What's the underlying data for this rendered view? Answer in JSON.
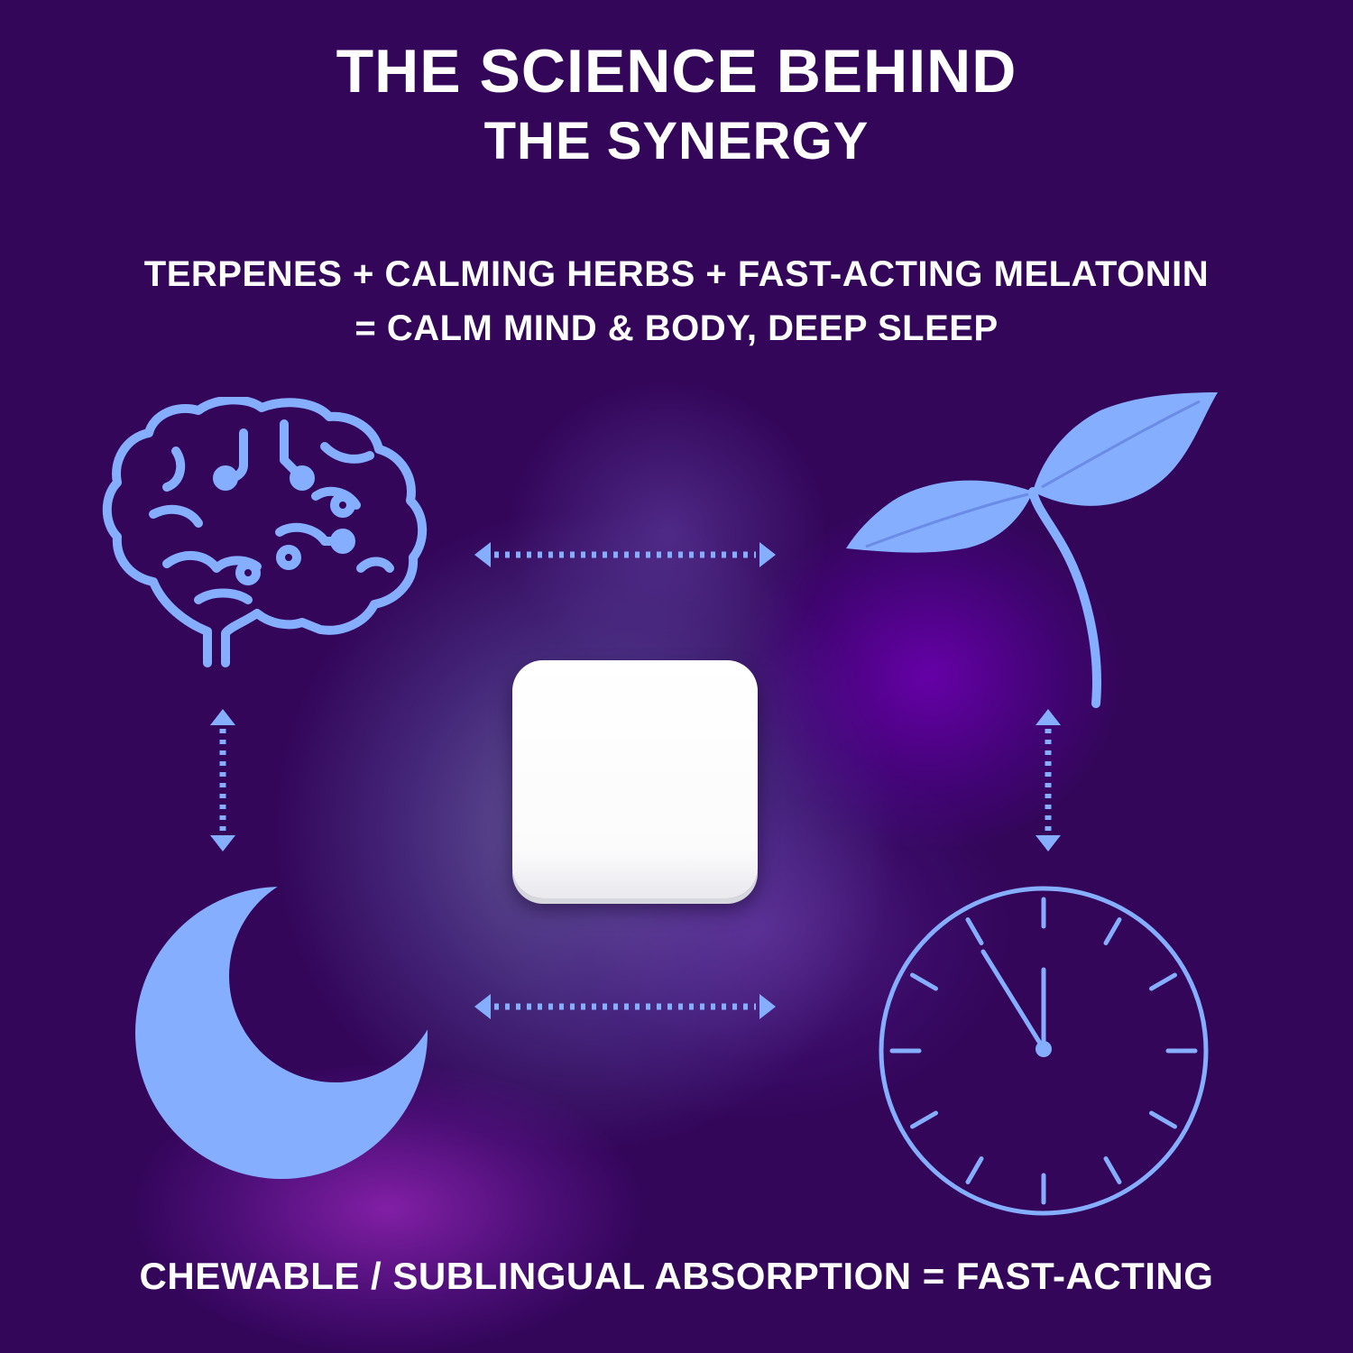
{
  "heading": {
    "line1": "THE SCIENCE BEHIND",
    "line2": "THE SYNERGY"
  },
  "formula": {
    "line1": "TERPENES + CALMING HERBS + FAST-ACTING MELATONIN",
    "line2": "= CALM MIND & BODY, DEEP SLEEP"
  },
  "footer": {
    "text": "CHEWABLE / SUBLINGUAL ABSORPTION = FAST-ACTING"
  },
  "icons": {
    "top_left": "brain-icon",
    "top_right": "sprout-leaf-icon",
    "bottom_left": "crescent-moon-icon",
    "bottom_right": "clock-icon",
    "center": "chewable-tablet"
  },
  "colors": {
    "background": "#33065a",
    "icon": "#86aeff",
    "text": "#ffffff",
    "tablet": "#ffffff"
  }
}
